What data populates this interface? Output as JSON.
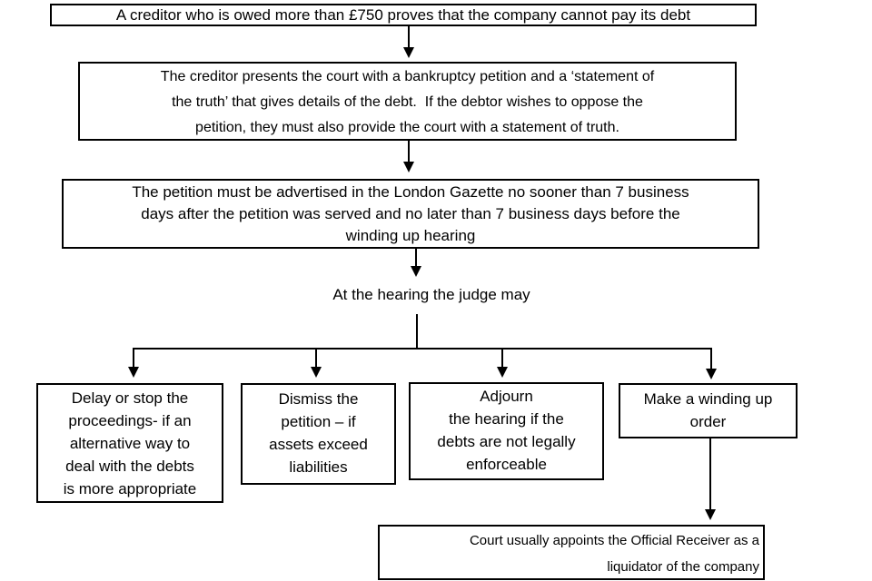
{
  "colors": {
    "ink": "#000000",
    "paper": "#ffffff"
  },
  "nodes": {
    "creditor": "A creditor who is owed more than £750 proves that the company cannot pay its debt",
    "petition": "The creditor presents the court with a bankruptcy petition and a ‘statement of\nthe truth’ that gives details of the debt.  If the debtor wishes to oppose the\npetition, they must also provide the court with a statement of truth.",
    "gazette": "The petition must be advertised in the London Gazette no sooner than 7 business\ndays after the petition was served and no later than 7 business days before the\nwinding up hearing",
    "judge": "At the hearing the judge may",
    "delay": "Delay or stop the\nproceedings- if an\nalternative way to\ndeal with the debts\nis more appropriate",
    "dismiss": "Dismiss the\npetition – if\nassets exceed\nliabilities",
    "adjourn": "Adjourn\nthe hearing if the\ndebts are not legally\nenforceable",
    "winding": "Make a winding up\norder",
    "receiver": "Court usually appoints the Official Receiver as a\nliquidator of the company"
  }
}
